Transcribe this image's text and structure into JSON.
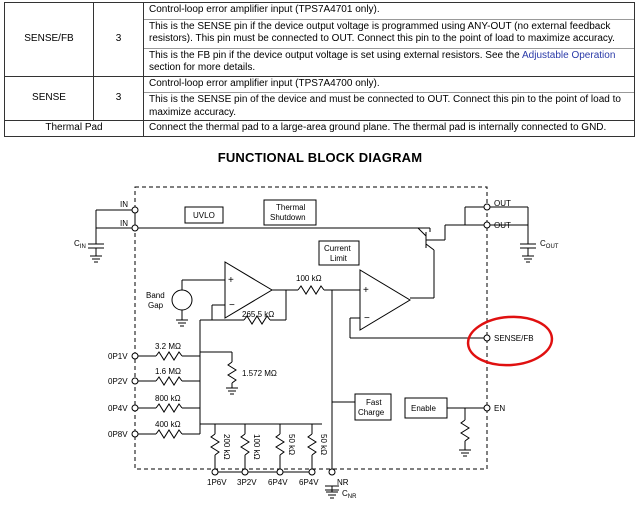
{
  "pin_table": {
    "rows": [
      {
        "name": "SENSE/FB",
        "number": "3",
        "lines": [
          "Control-loop error amplifier input (TPS7A4701 only).",
          "This is the SENSE pin if the device output voltage is programmed using ANY-OUT (no external feedback",
          "resistors). This pin must be connected to OUT. Connect this pin to the point of load to maximize accuracy.",
          "This is the FB pin if the device output voltage is set using external resistors. See the",
          "Adjustable Operation",
          "section for more details."
        ]
      },
      {
        "name": "SENSE",
        "number": "3",
        "lines": [
          "Control-loop error amplifier input (TPS7A4700 only).",
          "This is the SENSE pin of the device and must be connected to OUT. Connect this pin to the point of load to",
          "maximize accuracy."
        ]
      },
      {
        "name": "Thermal Pad",
        "description": "Connect the thermal pad to a large-area ground plane. The thermal pad is internally connected to GND."
      }
    ]
  },
  "diagram": {
    "title": "FUNCTIONAL BLOCK DIAGRAM",
    "pins": {
      "in1": "IN",
      "in2": "IN",
      "out1": "OUT",
      "out2": "OUT",
      "sense_fb": "SENSE/FB",
      "en": "EN",
      "nr": "NR",
      "op1v": "0P1V",
      "op2v": "0P2V",
      "op4v": "0P4V",
      "op8v": "0P8V",
      "p1p6v": "1P6V",
      "p3p2v": "3P2V",
      "p6p4v_a": "6P4V",
      "p6p4v_b": "6P4V"
    },
    "blocks": {
      "uvlo": "UVLO",
      "thermal_shutdown": [
        "Thermal",
        "Shutdown"
      ],
      "current_limit": [
        "Current",
        "Limit"
      ],
      "band_gap": [
        "Band",
        "Gap"
      ],
      "fast_charge": [
        "Fast",
        "Charge"
      ],
      "enable": "Enable"
    },
    "components": {
      "cin": "C",
      "cin_sub": "IN",
      "cout": "C",
      "cout_sub": "OUT",
      "cnr": "C",
      "cnr_sub": "NR",
      "r_100k": "100 kΩ",
      "r_265k": "265.5 kΩ",
      "r_3m2": "3.2 MΩ",
      "r_1m6": "1.6 MΩ",
      "r_800k": "800 kΩ",
      "r_400k": "400 kΩ",
      "r_1m572": "1.572 MΩ",
      "r_200k": "200 kΩ",
      "r_100k_v": "100 kΩ",
      "r_50k_a": "50 kΩ",
      "r_50k_b": "50 kΩ"
    },
    "annotation_color": "#e01010"
  }
}
